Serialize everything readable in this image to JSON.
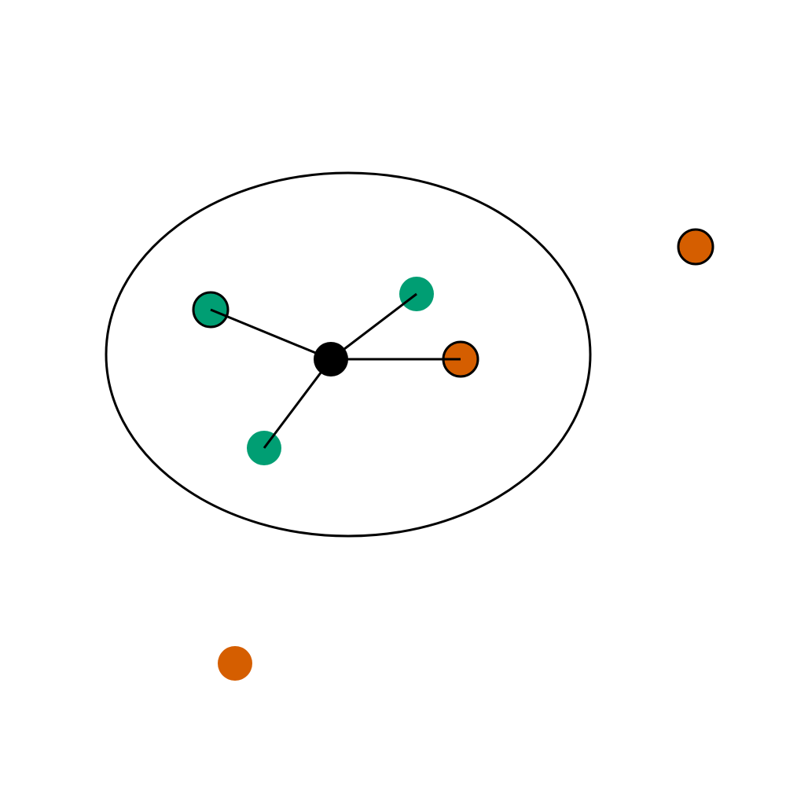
{
  "colors": {
    "background": "#ffffff",
    "stroke": "#000000",
    "green": "#009e73",
    "orange": "#d55e00",
    "center": "#000000"
  },
  "diagram": {
    "center_node": {
      "color": "center"
    },
    "connected_nodes": [
      {
        "color": "green",
        "outlined": true
      },
      {
        "color": "green",
        "outlined": false
      },
      {
        "color": "orange",
        "outlined": true
      },
      {
        "color": "green",
        "outlined": false
      }
    ],
    "outside_nodes": [
      {
        "color": "orange",
        "outlined": true
      },
      {
        "color": "orange",
        "outlined": false
      }
    ]
  }
}
